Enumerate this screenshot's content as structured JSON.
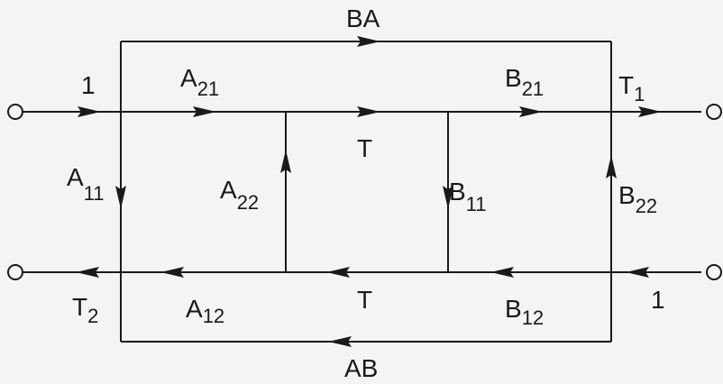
{
  "diagram": {
    "labels": {
      "ba": "BA",
      "ab": "AB",
      "one_in": "1",
      "one_out": "1",
      "t_top": "T",
      "t_bottom": "T",
      "t1": {
        "main": "T",
        "sub": "1"
      },
      "t2": {
        "main": "T",
        "sub": "2"
      },
      "a21": {
        "main": "A",
        "sub": "21"
      },
      "a11": {
        "main": "A",
        "sub": "11"
      },
      "a22": {
        "main": "A",
        "sub": "22"
      },
      "a12": {
        "main": "A",
        "sub": "12"
      },
      "b21": {
        "main": "B",
        "sub": "21"
      },
      "b11": {
        "main": "B",
        "sub": "11"
      },
      "b22": {
        "main": "B",
        "sub": "22"
      },
      "b12": {
        "main": "B",
        "sub": "12"
      }
    }
  }
}
